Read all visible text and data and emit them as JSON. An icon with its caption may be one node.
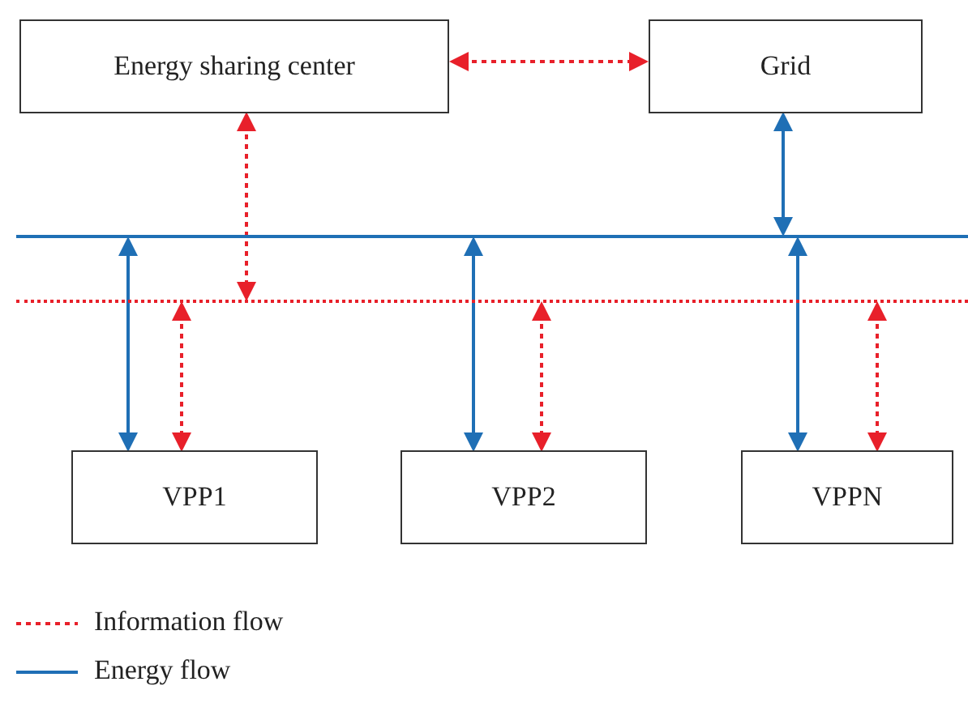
{
  "diagram": {
    "nodes": [
      {
        "text": [
          "Energy sharing center"
        ]
      },
      {
        "text": [
          "Grid"
        ]
      },
      {
        "text": [],
        "shape": "bar"
      },
      {
        "text": [],
        "shape": "bar"
      },
      {
        "text": [
          "VPP1"
        ]
      },
      {
        "text": [
          "VPP2"
        ]
      },
      {
        "text": [
          "VPPN"
        ]
      }
    ],
    "edges": [
      {
        "from": 0,
        "to": 1,
        "arrow": "both",
        "style": "dashed",
        "color": "#e8202a"
      },
      {
        "from": 0,
        "to": 3,
        "arrow": "both",
        "style": "dashed",
        "color": "#e8202a"
      },
      {
        "from": 1,
        "to": 2,
        "arrow": "both",
        "color": "#1f6fb5"
      },
      {
        "from": 2,
        "to": 4,
        "arrow": "both",
        "color": "#1f6fb5"
      },
      {
        "from": 3,
        "to": 4,
        "arrow": "both",
        "style": "dashed",
        "color": "#e8202a"
      },
      {
        "from": 2,
        "to": 5,
        "arrow": "both",
        "color": "#1f6fb5"
      },
      {
        "from": 3,
        "to": 5,
        "arrow": "both",
        "style": "dashed",
        "color": "#e8202a"
      },
      {
        "from": 2,
        "to": 6,
        "arrow": "both",
        "color": "#1f6fb5"
      },
      {
        "from": 3,
        "to": 6,
        "arrow": "both",
        "style": "dashed",
        "color": "#e8202a"
      }
    ],
    "legend": [
      {
        "text": "Information flow"
      },
      {
        "text": "Energy flow"
      }
    ]
  }
}
